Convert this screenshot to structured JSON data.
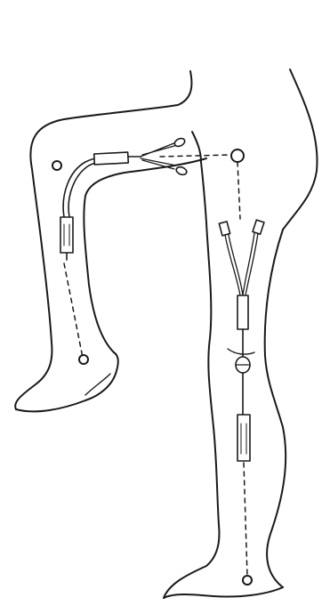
{
  "figure": {
    "subject": "legs-with-catheter-lines",
    "colors": {
      "line": "#1a1a1a",
      "background": "#ffffff"
    },
    "icons": [
      "raised-bent-leg",
      "standing-straight-leg",
      "y-connector-catheter-line",
      "anatomical-landmark-marker",
      "dashed-reference-line"
    ]
  }
}
